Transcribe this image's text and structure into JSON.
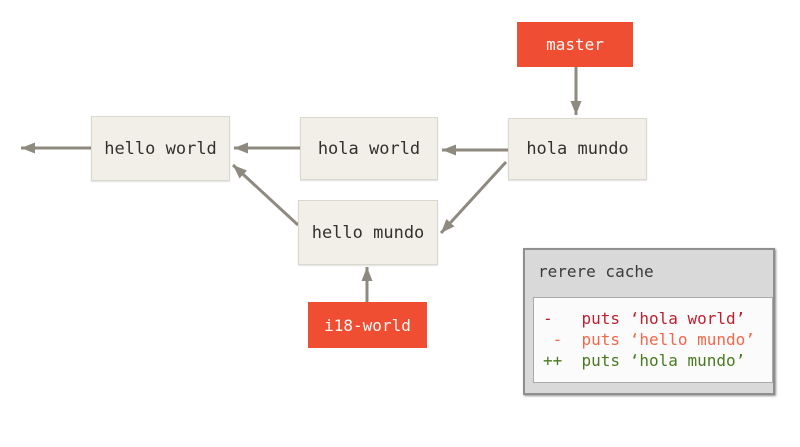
{
  "figure": {
    "description": "git commit history diagram with rerere cache"
  },
  "graph": {
    "commits": [
      {
        "id": "hello-world",
        "label": "hello world"
      },
      {
        "id": "hola-world",
        "label": "hola world"
      },
      {
        "id": "hola-mundo",
        "label": "hola mundo"
      },
      {
        "id": "hello-mundo",
        "label": "hello mundo"
      }
    ],
    "branches": [
      {
        "id": "master",
        "label": "master"
      },
      {
        "id": "i18-world",
        "label": "i18-world"
      }
    ],
    "edges": [
      "master -> hola mundo",
      "hola mundo -> hola world",
      "hola mundo -> hello mundo",
      "hola world -> hello world",
      "hello mundo -> hello world",
      "hello world -> (older history, off-canvas left)",
      "i18-world -> hello mundo"
    ]
  },
  "rerere_panel": {
    "title": "rerere cache",
    "diff_lines": [
      {
        "text": "-   puts ‘hola world’",
        "type": "removed-current"
      },
      {
        "text": " -  puts ‘hello mundo’",
        "type": "removed-incoming"
      },
      {
        "text": "++  puts ‘hola mundo’",
        "type": "added"
      }
    ]
  },
  "colors": {
    "background": "#ffffff",
    "commit_box_fill": "#f1efe7",
    "branch_label_fill": "#f04e32",
    "branch_label_text": "#fdf8f5",
    "commit_text": "#33312c",
    "arrow": "#8f8a80",
    "panel_fill": "#d9d9d9",
    "panel_inner_fill": "#fbfbfb",
    "diff_removed_current": "#bd2030",
    "diff_removed_incoming": "#f3674a",
    "diff_added": "#4a7a20"
  }
}
